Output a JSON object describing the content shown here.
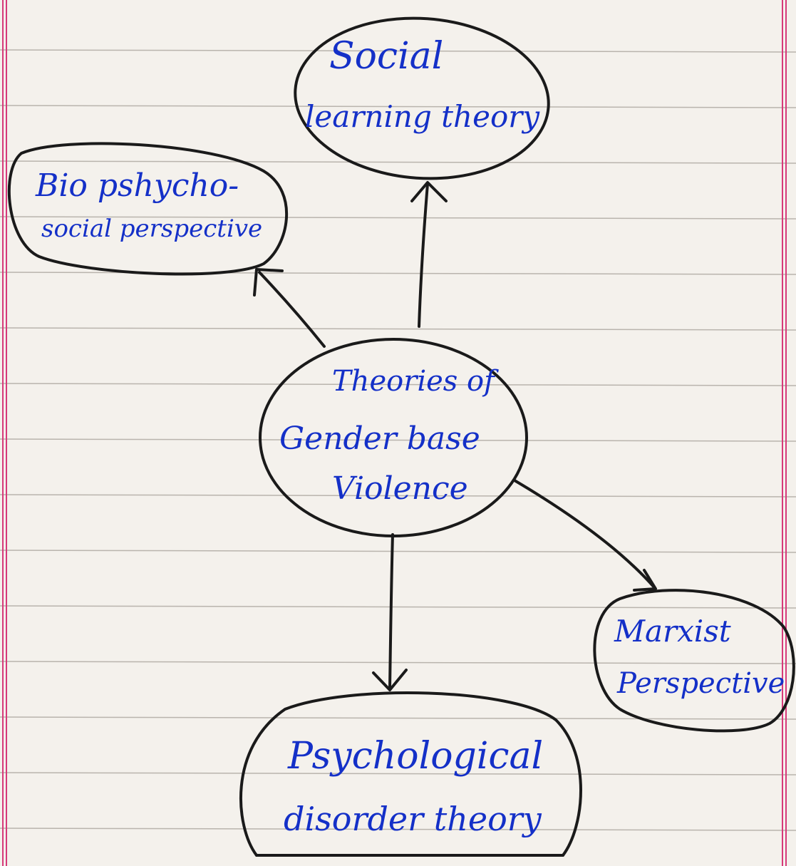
{
  "diagram": {
    "nodes": {
      "center": {
        "lines": [
          "Theories of",
          "Gender base",
          "Violence"
        ]
      },
      "social": {
        "lines": [
          "Social",
          "learning theory"
        ]
      },
      "bio": {
        "lines": [
          "Bio pshycho-",
          "social perspective"
        ]
      },
      "marxist": {
        "lines": [
          "Marxist",
          "Perspective"
        ]
      },
      "psychological": {
        "lines": [
          "Psychological",
          "disorder theory"
        ]
      }
    },
    "edges": [
      {
        "from": "center",
        "to": "social"
      },
      {
        "from": "center",
        "to": "bio"
      },
      {
        "from": "center",
        "to": "marxist"
      },
      {
        "from": "center",
        "to": "psychological"
      }
    ]
  },
  "colors": {
    "ink": "#1430c8",
    "stroke": "#1a1a1a",
    "paper": "#f4f1ec",
    "rule": "#b9b4ad",
    "margin": "#d63a7a"
  }
}
